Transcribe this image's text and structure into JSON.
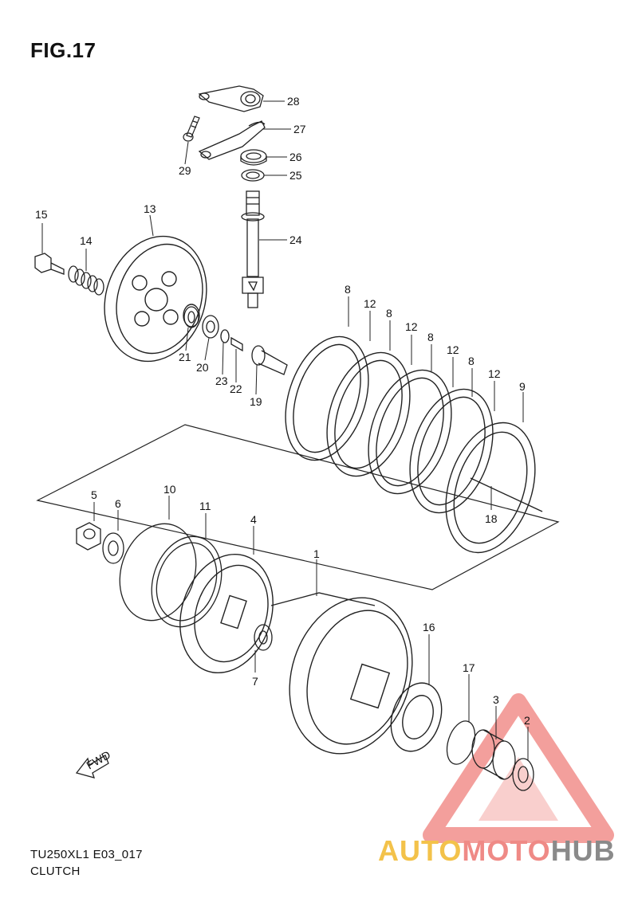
{
  "header": {
    "title": "FIG.17"
  },
  "footer": {
    "code": "TU250XL1 E03_017",
    "section": "CLUTCH"
  },
  "fwd_label": "FWD",
  "watermark": {
    "part1": "AUTO",
    "part2": "MOTO",
    "part3": "HUB"
  },
  "callouts": [
    {
      "id": "28",
      "label": "28"
    },
    {
      "id": "27",
      "label": "27"
    },
    {
      "id": "26",
      "label": "26"
    },
    {
      "id": "25",
      "label": "25"
    },
    {
      "id": "29",
      "label": "29"
    },
    {
      "id": "24",
      "label": "24"
    },
    {
      "id": "15",
      "label": "15"
    },
    {
      "id": "14",
      "label": "14"
    },
    {
      "id": "13",
      "label": "13"
    },
    {
      "id": "21",
      "label": "21"
    },
    {
      "id": "20",
      "label": "20"
    },
    {
      "id": "23",
      "label": "23"
    },
    {
      "id": "22",
      "label": "22"
    },
    {
      "id": "19",
      "label": "19"
    },
    {
      "id": "8a",
      "label": "8"
    },
    {
      "id": "12a",
      "label": "12"
    },
    {
      "id": "8b",
      "label": "8"
    },
    {
      "id": "12b",
      "label": "12"
    },
    {
      "id": "8c",
      "label": "8"
    },
    {
      "id": "12c",
      "label": "12"
    },
    {
      "id": "8d",
      "label": "8"
    },
    {
      "id": "12d",
      "label": "12"
    },
    {
      "id": "9",
      "label": "9"
    },
    {
      "id": "18",
      "label": "18"
    },
    {
      "id": "5",
      "label": "5"
    },
    {
      "id": "6",
      "label": "6"
    },
    {
      "id": "10",
      "label": "10"
    },
    {
      "id": "11",
      "label": "11"
    },
    {
      "id": "4",
      "label": "4"
    },
    {
      "id": "7",
      "label": "7"
    },
    {
      "id": "1",
      "label": "1"
    },
    {
      "id": "16",
      "label": "16"
    },
    {
      "id": "17",
      "label": "17"
    },
    {
      "id": "3",
      "label": "3"
    },
    {
      "id": "2",
      "label": "2"
    }
  ]
}
